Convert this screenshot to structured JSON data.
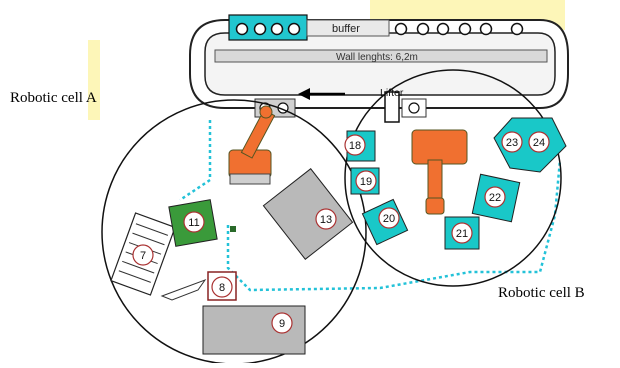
{
  "labels": {
    "cell_a": "Robotic cell A",
    "cell_b": "Robotic cell B",
    "buffer": "buffer",
    "wall": "Wall  lenghts: 6,2m",
    "lifter": "Lifter"
  },
  "stations": [
    {
      "id": "7",
      "label": "7"
    },
    {
      "id": "8",
      "label": "8"
    },
    {
      "id": "9",
      "label": "9"
    },
    {
      "id": "11",
      "label": "11"
    },
    {
      "id": "13",
      "label": "13"
    },
    {
      "id": "18",
      "label": "18"
    },
    {
      "id": "19",
      "label": "19"
    },
    {
      "id": "20",
      "label": "20"
    },
    {
      "id": "21",
      "label": "21"
    },
    {
      "id": "22",
      "label": "22"
    },
    {
      "id": "23",
      "label": "23"
    },
    {
      "id": "24",
      "label": "24"
    }
  ],
  "colors": {
    "conveyor_fill": "#ffffff",
    "robot": "#f07030",
    "teal": "#19c8c8",
    "grey_station": "#b9b9b9",
    "green_station": "#3a9a3a",
    "path": "#23c2d8",
    "yellow_tint": "#fdf6b8"
  }
}
